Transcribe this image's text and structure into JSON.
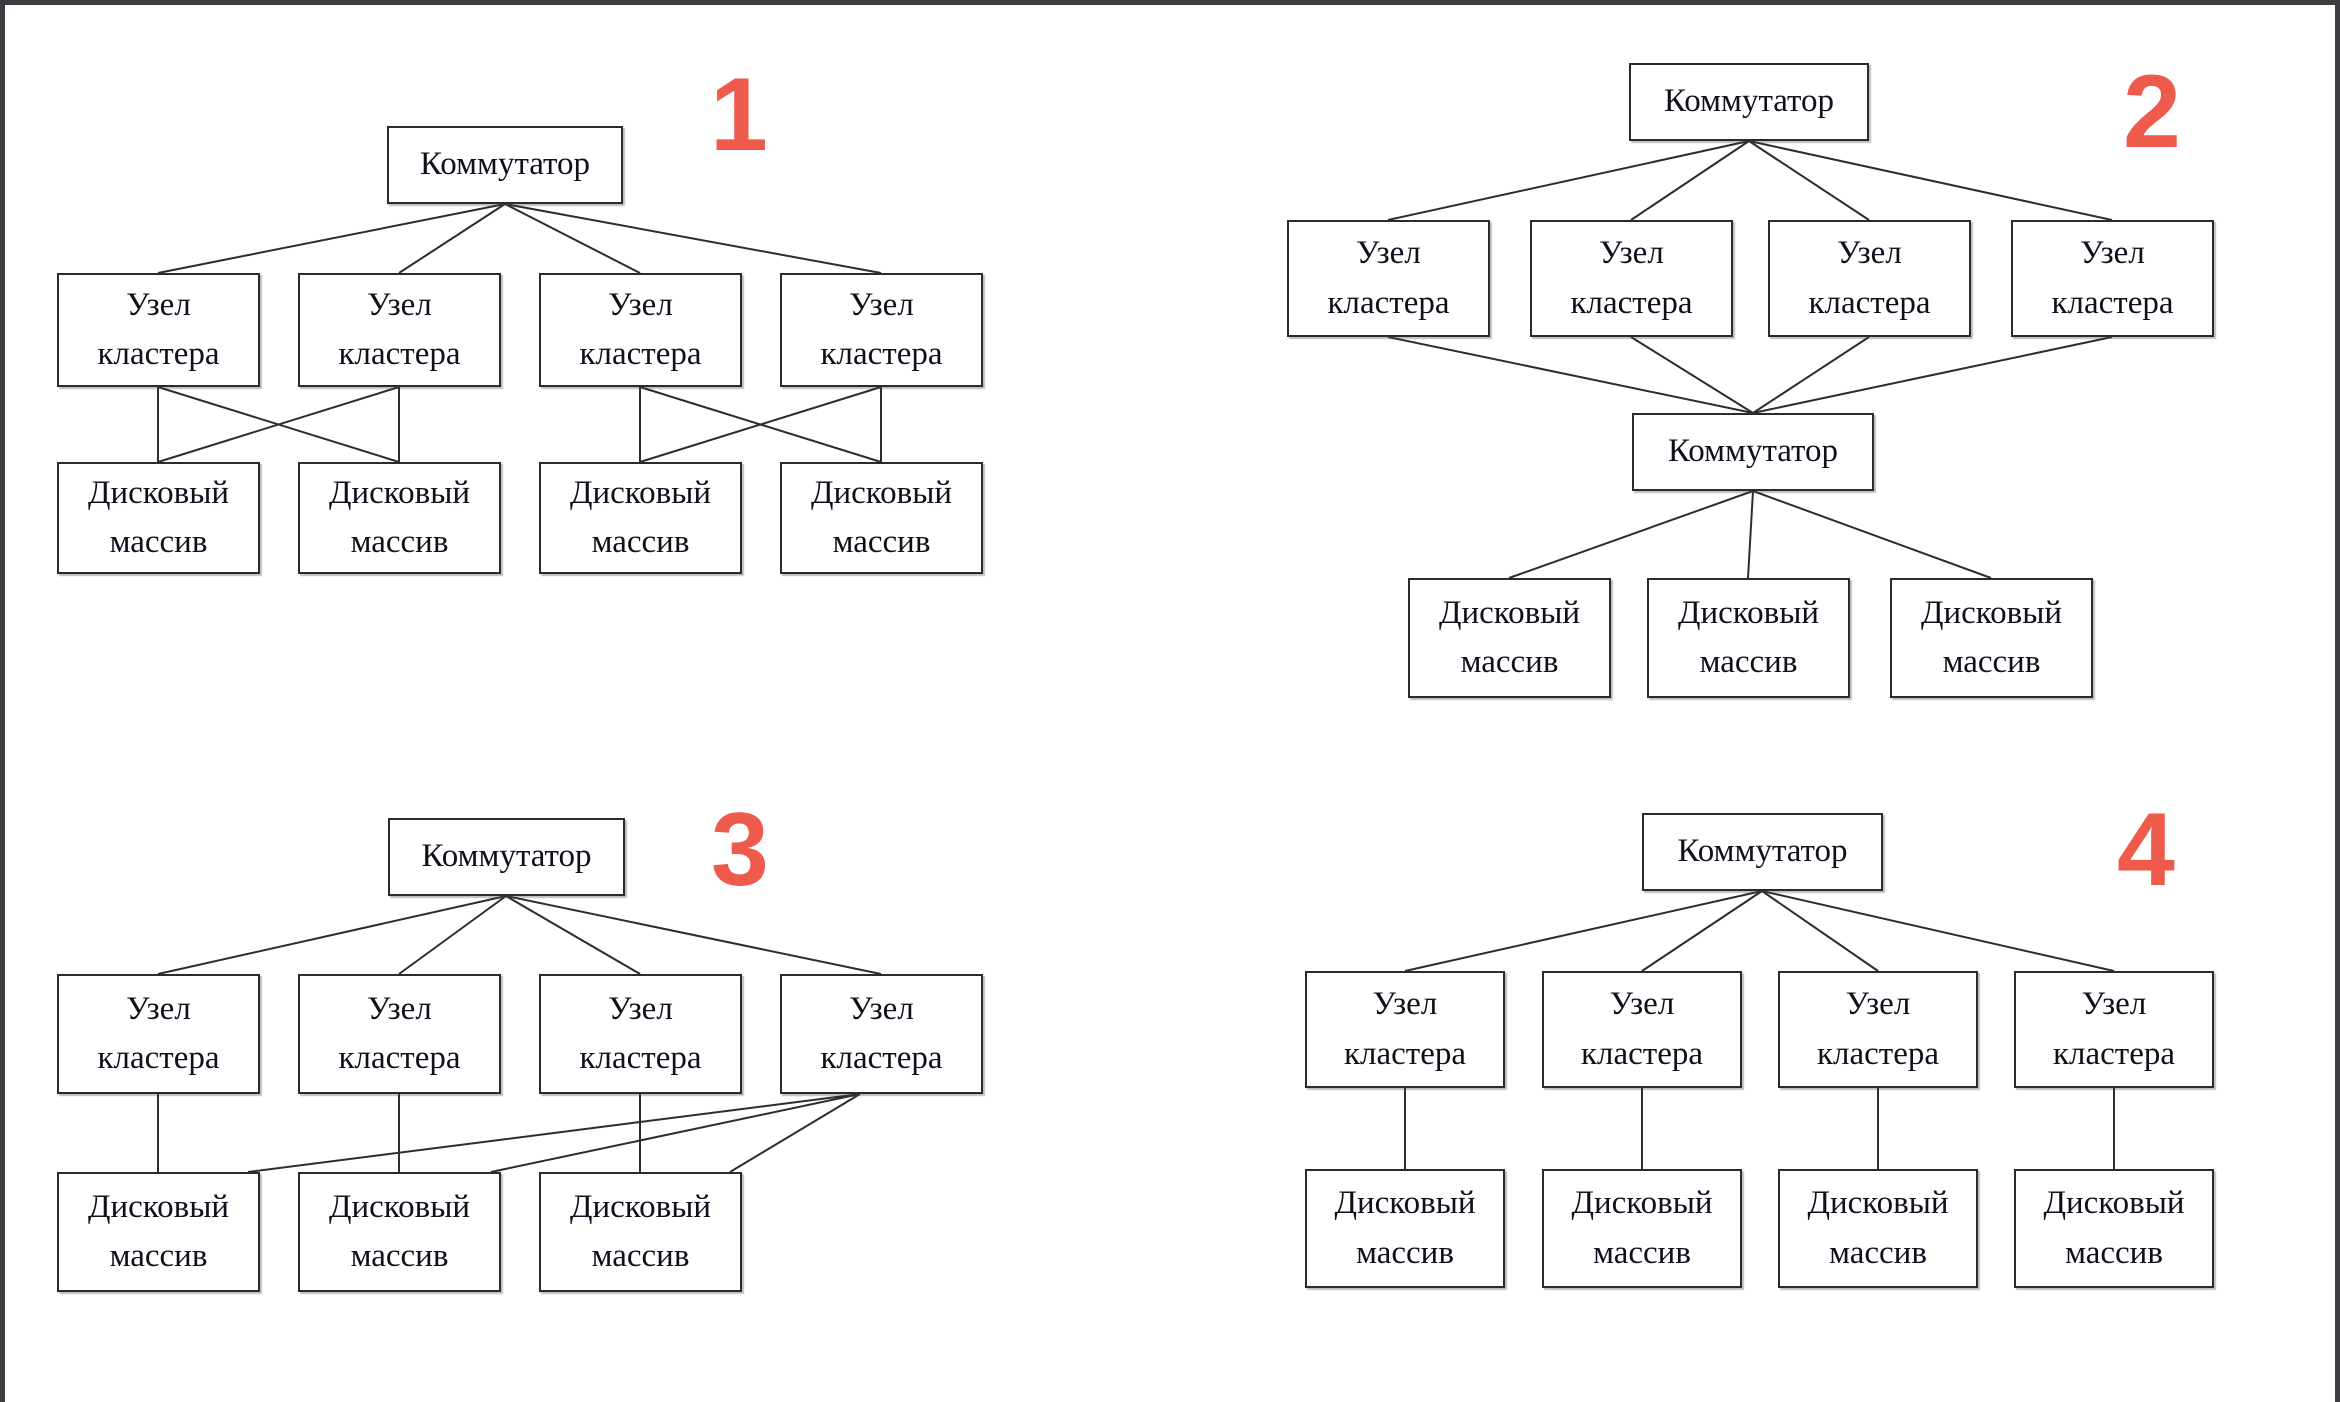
{
  "labels": {
    "switch": "Коммутатор",
    "cluster_node": "Узел\nкластера",
    "disk_array": "Дисковый\nмассив"
  },
  "diagrams": [
    {
      "number": "1",
      "boxes": {
        "switches": 1,
        "cluster_nodes": 4,
        "disk_arrays": 4
      },
      "edges": [
        [
          "switch",
          "node1"
        ],
        [
          "switch",
          "node2"
        ],
        [
          "switch",
          "node3"
        ],
        [
          "switch",
          "node4"
        ],
        [
          "node1",
          "array1"
        ],
        [
          "node1",
          "array2"
        ],
        [
          "node2",
          "array1"
        ],
        [
          "node2",
          "array2"
        ],
        [
          "node3",
          "array3"
        ],
        [
          "node3",
          "array4"
        ],
        [
          "node4",
          "array3"
        ],
        [
          "node4",
          "array4"
        ]
      ]
    },
    {
      "number": "2",
      "boxes": {
        "switches": 2,
        "cluster_nodes": 4,
        "disk_arrays": 3
      },
      "edges": [
        [
          "switch1",
          "node1"
        ],
        [
          "switch1",
          "node2"
        ],
        [
          "switch1",
          "node3"
        ],
        [
          "switch1",
          "node4"
        ],
        [
          "node1",
          "switch2"
        ],
        [
          "node2",
          "switch2"
        ],
        [
          "node3",
          "switch2"
        ],
        [
          "node4",
          "switch2"
        ],
        [
          "switch2",
          "array1"
        ],
        [
          "switch2",
          "array2"
        ],
        [
          "switch2",
          "array3"
        ]
      ]
    },
    {
      "number": "3",
      "boxes": {
        "switches": 1,
        "cluster_nodes": 4,
        "disk_arrays": 3
      },
      "edges": [
        [
          "switch",
          "node1"
        ],
        [
          "switch",
          "node2"
        ],
        [
          "switch",
          "node3"
        ],
        [
          "switch",
          "node4"
        ],
        [
          "node1",
          "array1"
        ],
        [
          "node2",
          "array2"
        ],
        [
          "node3",
          "array3"
        ],
        [
          "node4",
          "array1"
        ],
        [
          "node4",
          "array2"
        ],
        [
          "node4",
          "array3"
        ]
      ]
    },
    {
      "number": "4",
      "boxes": {
        "switches": 1,
        "cluster_nodes": 4,
        "disk_arrays": 4
      },
      "edges": [
        [
          "switch",
          "node1"
        ],
        [
          "switch",
          "node2"
        ],
        [
          "switch",
          "node3"
        ],
        [
          "switch",
          "node4"
        ],
        [
          "node1",
          "array1"
        ],
        [
          "node2",
          "array2"
        ],
        [
          "node3",
          "array3"
        ],
        [
          "node4",
          "array4"
        ]
      ]
    }
  ]
}
